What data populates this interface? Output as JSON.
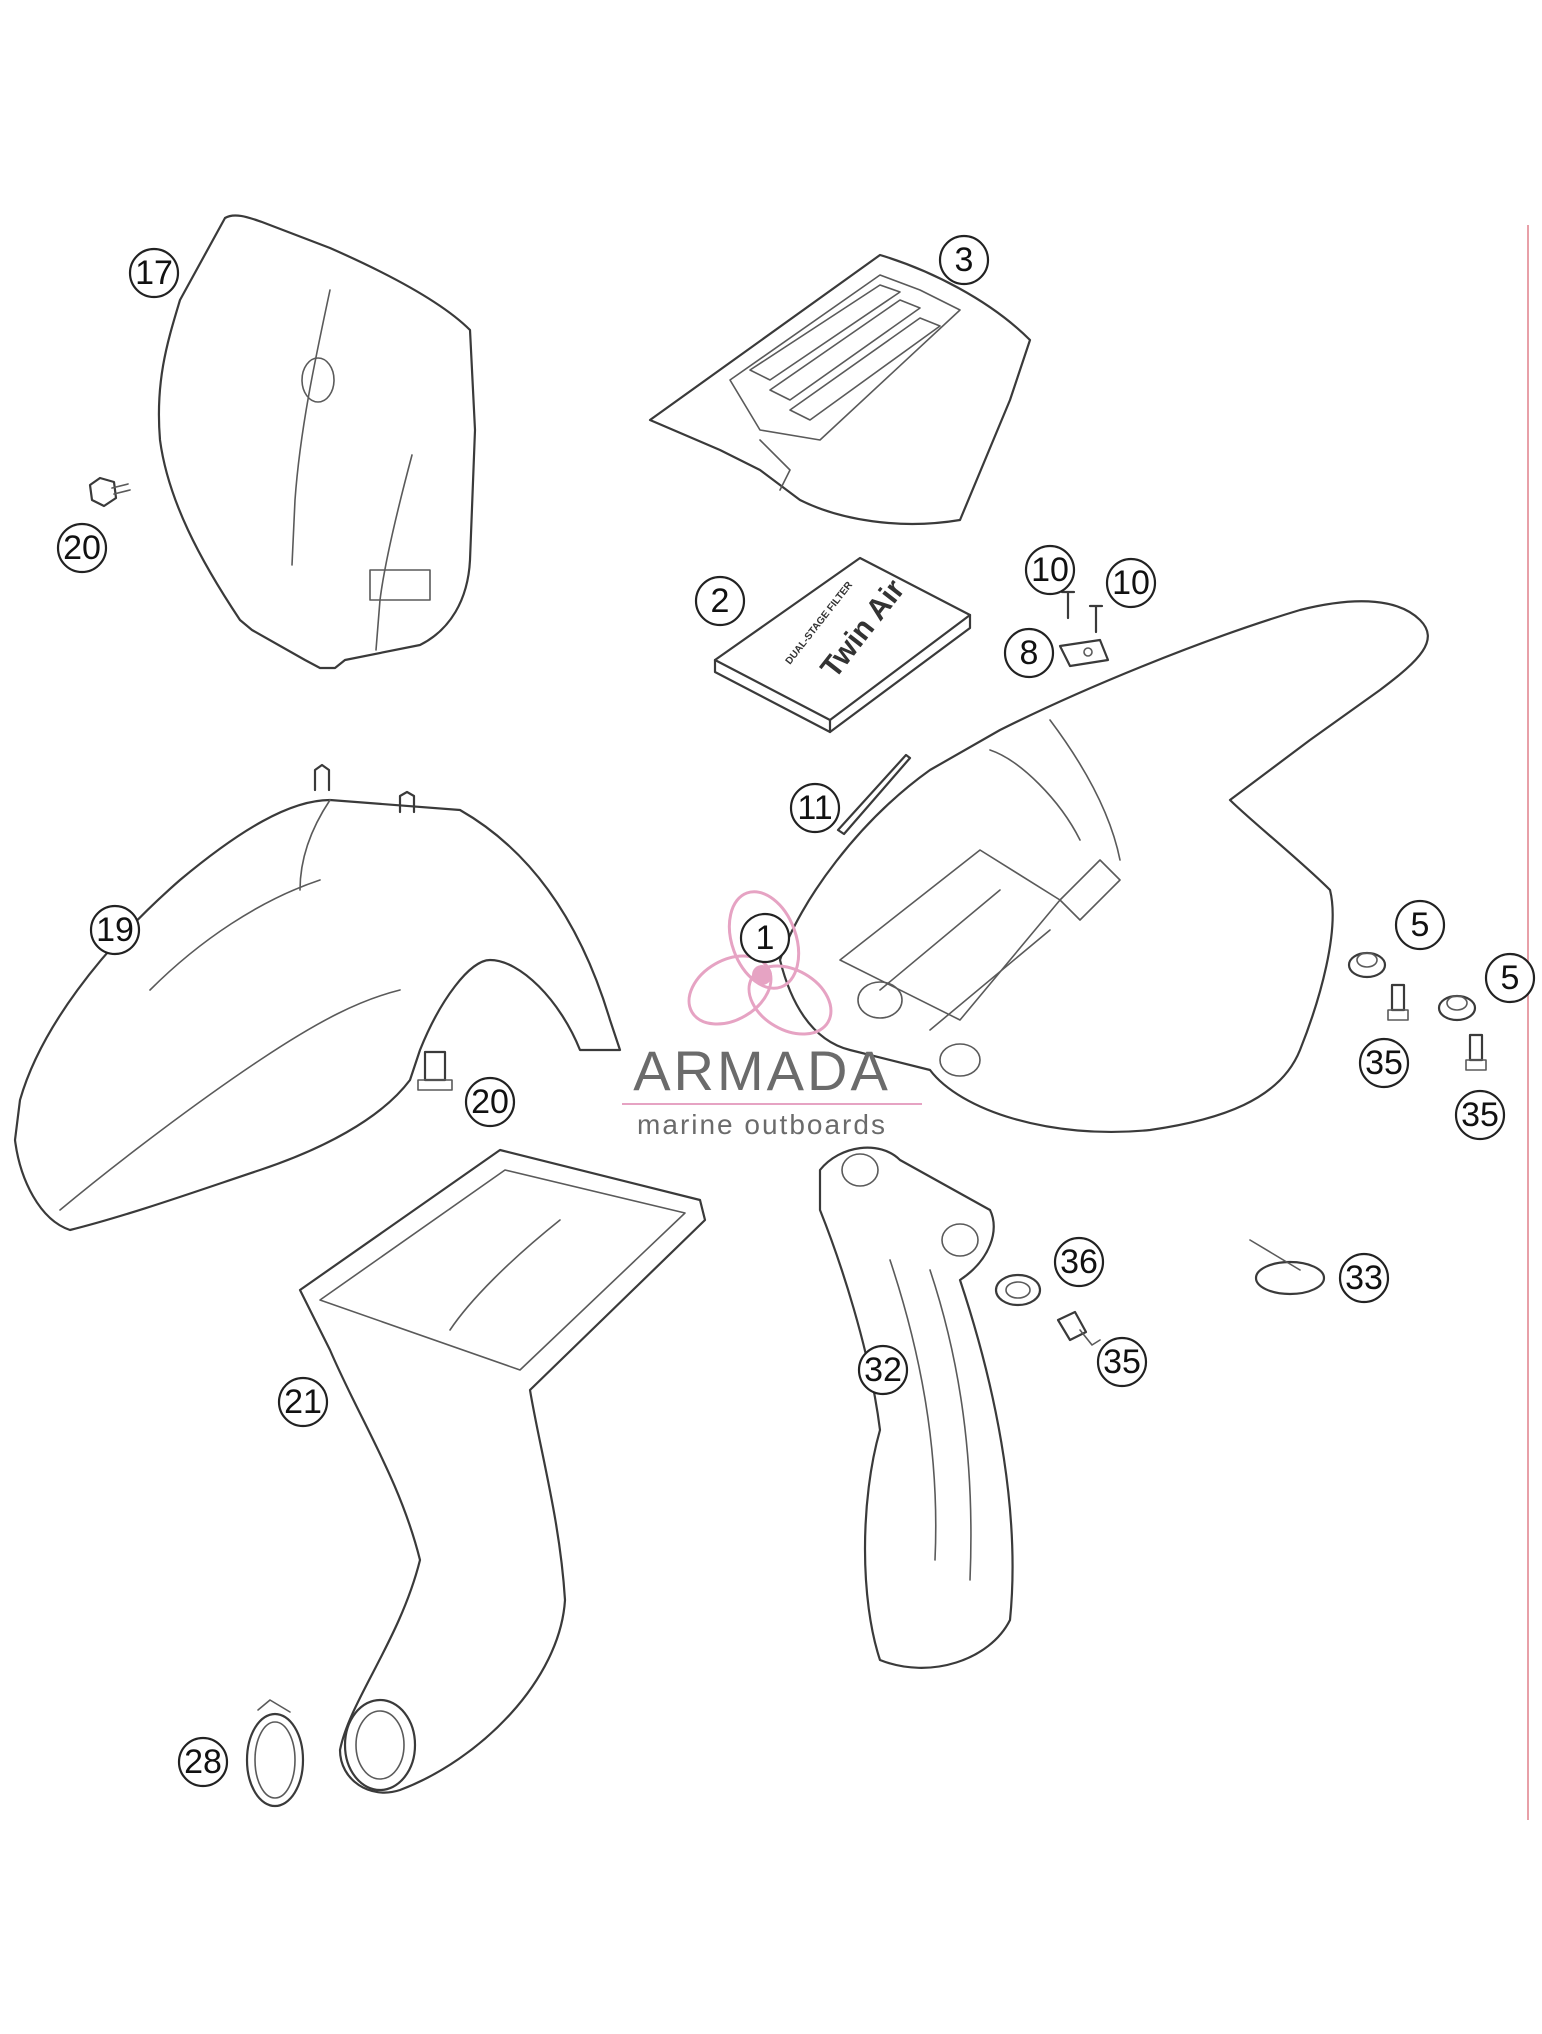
{
  "callouts": [
    "17",
    "3",
    "20",
    "2",
    "10",
    "10",
    "8",
    "11",
    "19",
    "1",
    "5",
    "5",
    "35",
    "35",
    "20",
    "36",
    "33",
    "32",
    "35",
    "21",
    "28"
  ],
  "filter_box": {
    "brand": "Twin Air",
    "subtitle": "DUAL-STAGE FILTER"
  },
  "watermark": {
    "name": "ARMADA",
    "tagline": "marine outboards",
    "color": "#e6a3c3",
    "text_color": "#6b6b6b"
  },
  "colors": {
    "line": "#3a3a3a",
    "right_rule": "#e8a0a8"
  }
}
